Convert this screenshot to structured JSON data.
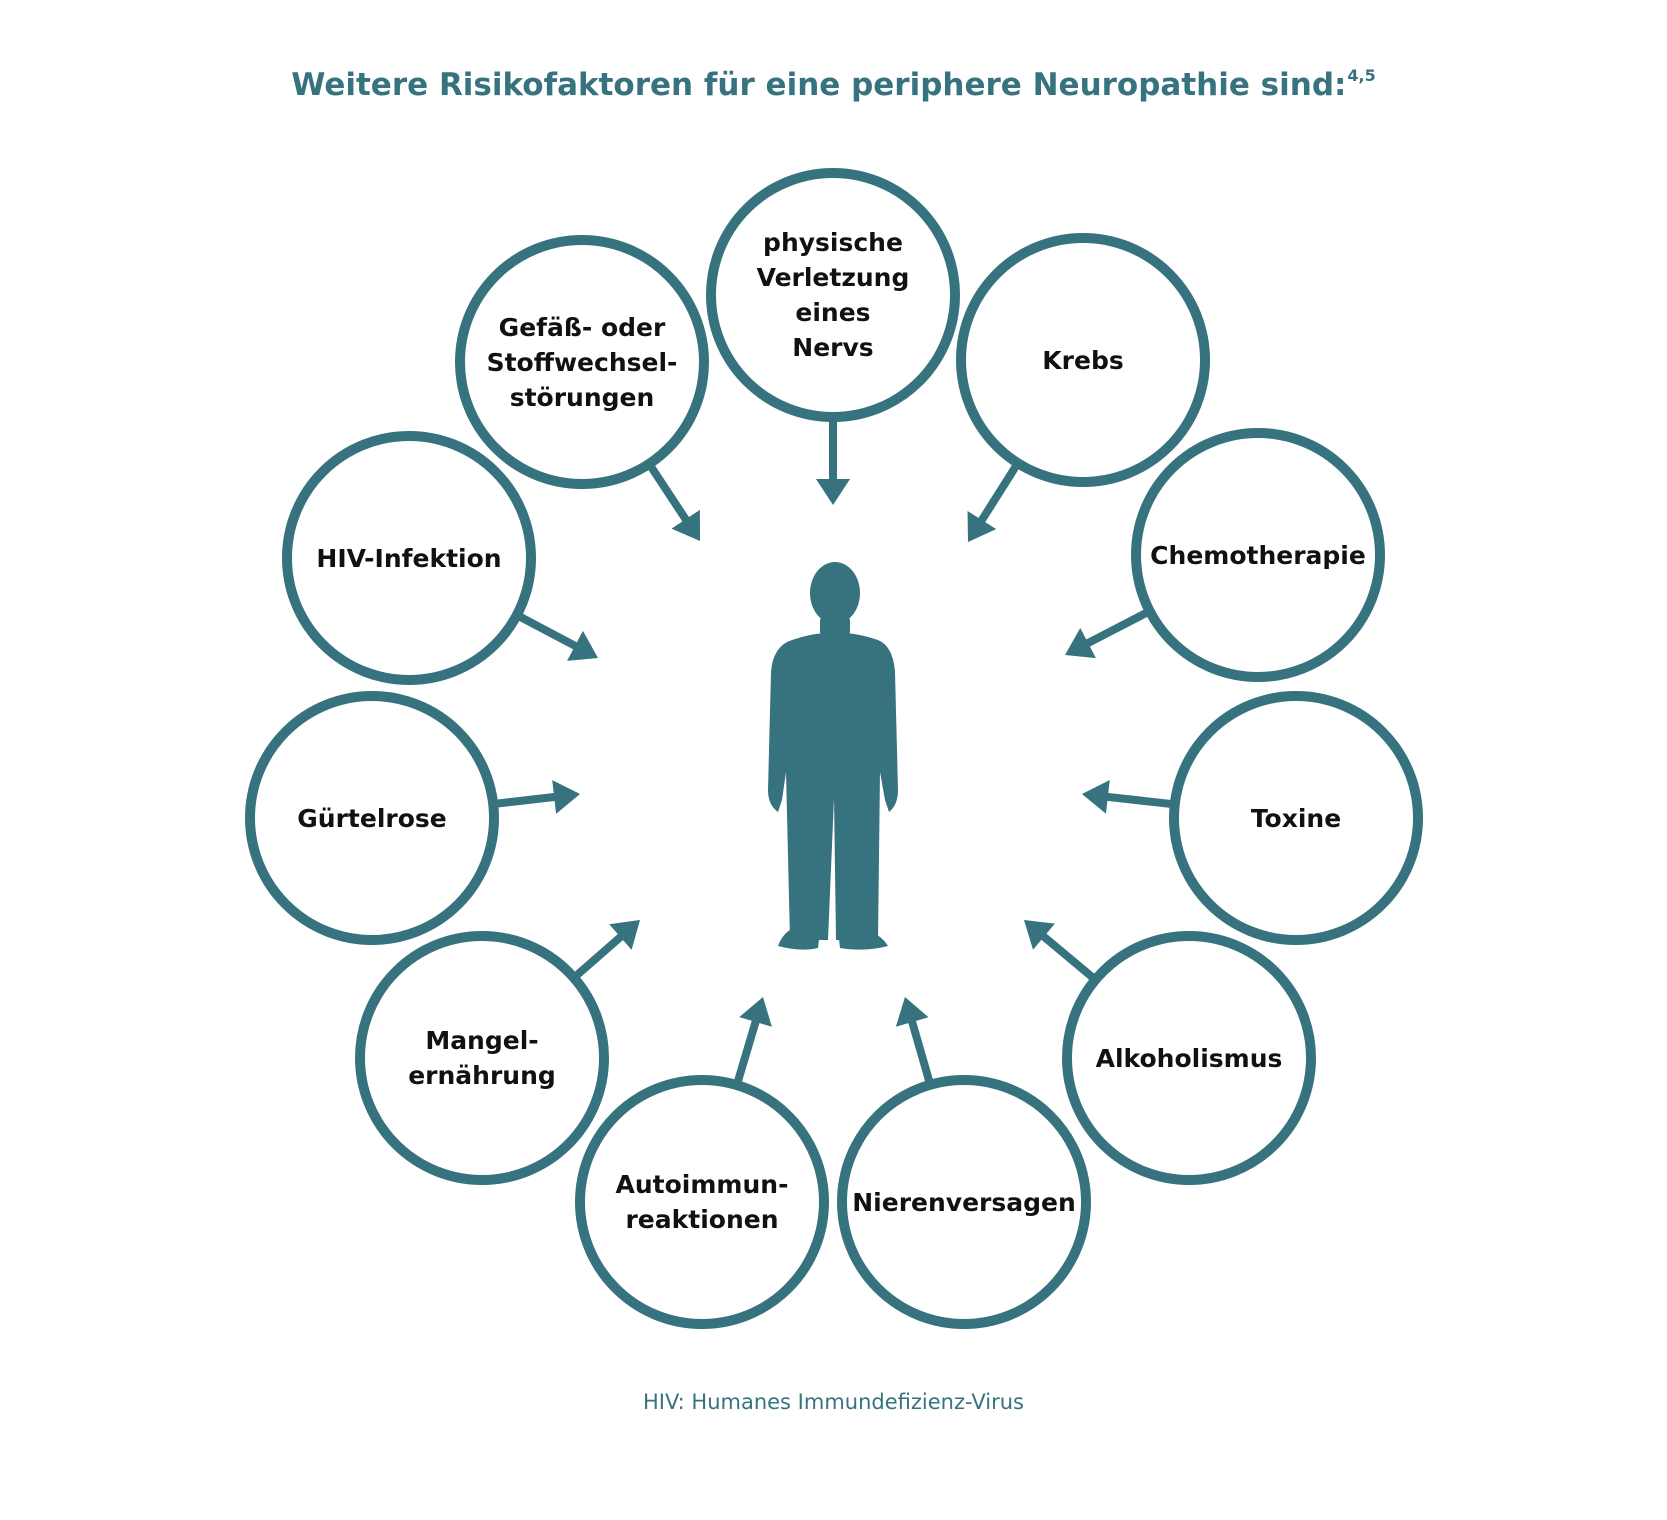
{
  "title": "Weitere Risikofaktoren für eine periphere Neuropathie sind:",
  "title_refs": "4,5",
  "factors": [
    {
      "label": "physische\nVerletzung eines\nNervs"
    },
    {
      "label": "Krebs"
    },
    {
      "label": "Chemotherapie"
    },
    {
      "label": "Toxine"
    },
    {
      "label": "Alkoholismus"
    },
    {
      "label": "Nierenversagen"
    },
    {
      "label": "Autoimmun-\nreaktionen"
    },
    {
      "label": "Mangel-\nernährung"
    },
    {
      "label": "Gürtelrose"
    },
    {
      "label": "HIV-Infektion"
    },
    {
      "label": "Gefäß- oder\nStoffwechsel-\nstörungen"
    }
  ],
  "center_icon": "person-silhouette-icon",
  "footnote": "HIV: Humanes Immundefizienz-Virus",
  "colors": {
    "accent": "#37727f",
    "text": "#111111",
    "background": "#ffffff"
  }
}
